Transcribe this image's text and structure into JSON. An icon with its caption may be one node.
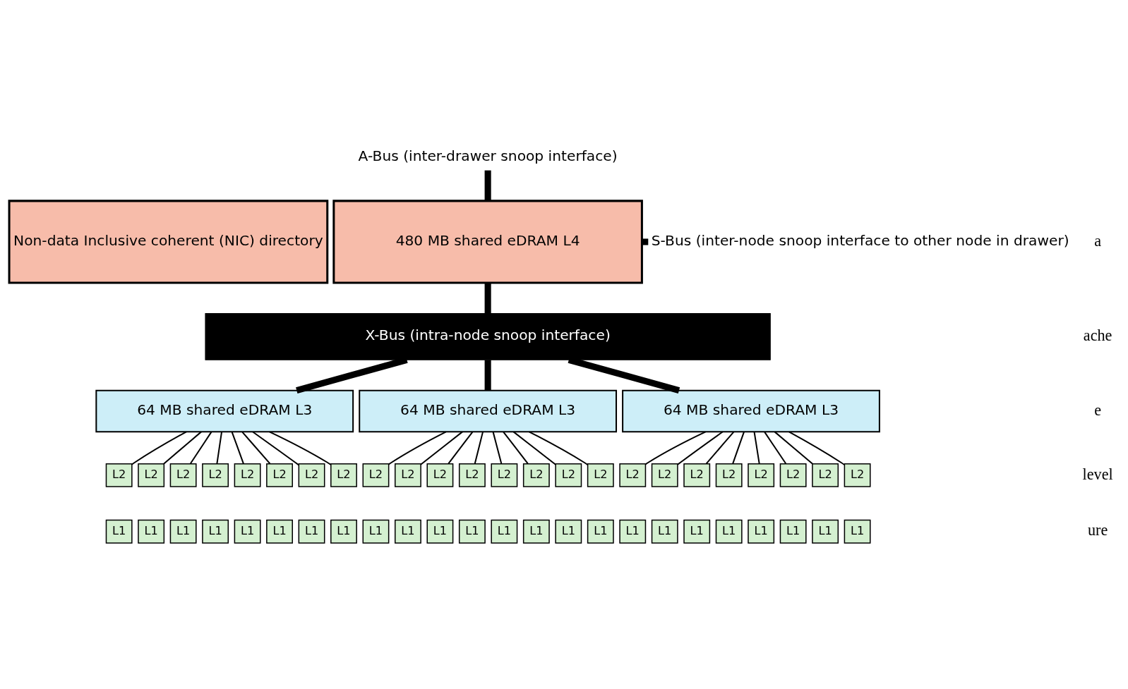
{
  "diagram": {
    "nodes": [
      {
        "text": [
          "A-Bus (inter-drawer snoop interface)"
        ]
      },
      {
        "text": [
          "Non-data Inclusive coherent (NIC) directory"
        ]
      },
      {
        "text": [
          "480 MB shared eDRAM L4"
        ]
      },
      {
        "text": [
          "S-Bus (inter-node snoop interface to other node in drawer)"
        ]
      },
      {
        "text": [
          "X-Bus (intra-node snoop interface)"
        ]
      },
      {
        "text": [
          "64 MB shared eDRAM L3"
        ]
      },
      {
        "text": [
          "64 MB shared eDRAM L3"
        ]
      },
      {
        "text": [
          "64 MB shared eDRAM L3"
        ]
      },
      {
        "text": [
          "L2"
        ]
      },
      {
        "text": [
          "L2"
        ]
      },
      {
        "text": [
          "L2"
        ]
      },
      {
        "text": [
          "L2"
        ]
      },
      {
        "text": [
          "L2"
        ]
      },
      {
        "text": [
          "L2"
        ]
      },
      {
        "text": [
          "L2"
        ]
      },
      {
        "text": [
          "L2"
        ]
      },
      {
        "text": [
          "L2"
        ]
      },
      {
        "text": [
          "L2"
        ]
      },
      {
        "text": [
          "L2"
        ]
      },
      {
        "text": [
          "L2"
        ]
      },
      {
        "text": [
          "L2"
        ]
      },
      {
        "text": [
          "L2"
        ]
      },
      {
        "text": [
          "L2"
        ]
      },
      {
        "text": [
          "L2"
        ]
      },
      {
        "text": [
          "L2"
        ]
      },
      {
        "text": [
          "L2"
        ]
      },
      {
        "text": [
          "L2"
        ]
      },
      {
        "text": [
          "L2"
        ]
      },
      {
        "text": [
          "L2"
        ]
      },
      {
        "text": [
          "L2"
        ]
      },
      {
        "text": [
          "L2"
        ]
      },
      {
        "text": [
          "L2"
        ]
      },
      {
        "text": [
          "L1"
        ]
      },
      {
        "text": [
          "L1"
        ]
      },
      {
        "text": [
          "L1"
        ]
      },
      {
        "text": [
          "L1"
        ]
      },
      {
        "text": [
          "L1"
        ]
      },
      {
        "text": [
          "L1"
        ]
      },
      {
        "text": [
          "L1"
        ]
      },
      {
        "text": [
          "L1"
        ]
      },
      {
        "text": [
          "L1"
        ]
      },
      {
        "text": [
          "L1"
        ]
      },
      {
        "text": [
          "L1"
        ]
      },
      {
        "text": [
          "L1"
        ]
      },
      {
        "text": [
          "L1"
        ]
      },
      {
        "text": [
          "L1"
        ]
      },
      {
        "text": [
          "L1"
        ]
      },
      {
        "text": [
          "L1"
        ]
      },
      {
        "text": [
          "L1"
        ]
      },
      {
        "text": [
          "L1"
        ]
      },
      {
        "text": [
          "L1"
        ]
      },
      {
        "text": [
          "L1"
        ]
      },
      {
        "text": [
          "L1"
        ]
      },
      {
        "text": [
          "L1"
        ]
      },
      {
        "text": [
          "L1"
        ]
      },
      {
        "text": [
          "L1"
        ]
      }
    ],
    "edges": [
      {
        "from": 0,
        "to": 2,
        "arrow": "none",
        "style": "thick"
      },
      {
        "from": 2,
        "to": 3,
        "arrow": "none",
        "style": "thick"
      },
      {
        "from": 2,
        "to": 4,
        "arrow": "none",
        "style": "thick"
      },
      {
        "from": 4,
        "to": 5,
        "arrow": "none",
        "style": "thick"
      },
      {
        "from": 4,
        "to": 6,
        "arrow": "none",
        "style": "thick"
      },
      {
        "from": 4,
        "to": 7,
        "arrow": "none",
        "style": "thick"
      },
      {
        "from": 5,
        "to": 8,
        "arrow": "none"
      },
      {
        "from": 5,
        "to": 9,
        "arrow": "none"
      },
      {
        "from": 5,
        "to": 10,
        "arrow": "none"
      },
      {
        "from": 5,
        "to": 11,
        "arrow": "none"
      },
      {
        "from": 5,
        "to": 12,
        "arrow": "none"
      },
      {
        "from": 5,
        "to": 13,
        "arrow": "none"
      },
      {
        "from": 5,
        "to": 14,
        "arrow": "none"
      },
      {
        "from": 5,
        "to": 15,
        "arrow": "none"
      },
      {
        "from": 6,
        "to": 16,
        "arrow": "none"
      },
      {
        "from": 6,
        "to": 17,
        "arrow": "none"
      },
      {
        "from": 6,
        "to": 18,
        "arrow": "none"
      },
      {
        "from": 6,
        "to": 19,
        "arrow": "none"
      },
      {
        "from": 6,
        "to": 20,
        "arrow": "none"
      },
      {
        "from": 6,
        "to": 21,
        "arrow": "none"
      },
      {
        "from": 6,
        "to": 22,
        "arrow": "none"
      },
      {
        "from": 6,
        "to": 23,
        "arrow": "none"
      },
      {
        "from": 7,
        "to": 24,
        "arrow": "none"
      },
      {
        "from": 7,
        "to": 25,
        "arrow": "none"
      },
      {
        "from": 7,
        "to": 26,
        "arrow": "none"
      },
      {
        "from": 7,
        "to": 27,
        "arrow": "none"
      },
      {
        "from": 7,
        "to": 28,
        "arrow": "none"
      },
      {
        "from": 7,
        "to": 29,
        "arrow": "none"
      },
      {
        "from": 7,
        "to": 30,
        "arrow": "none"
      },
      {
        "from": 7,
        "to": 31,
        "arrow": "none"
      }
    ],
    "labels": [
      "a",
      "ache",
      "e",
      "level",
      "ure"
    ]
  }
}
